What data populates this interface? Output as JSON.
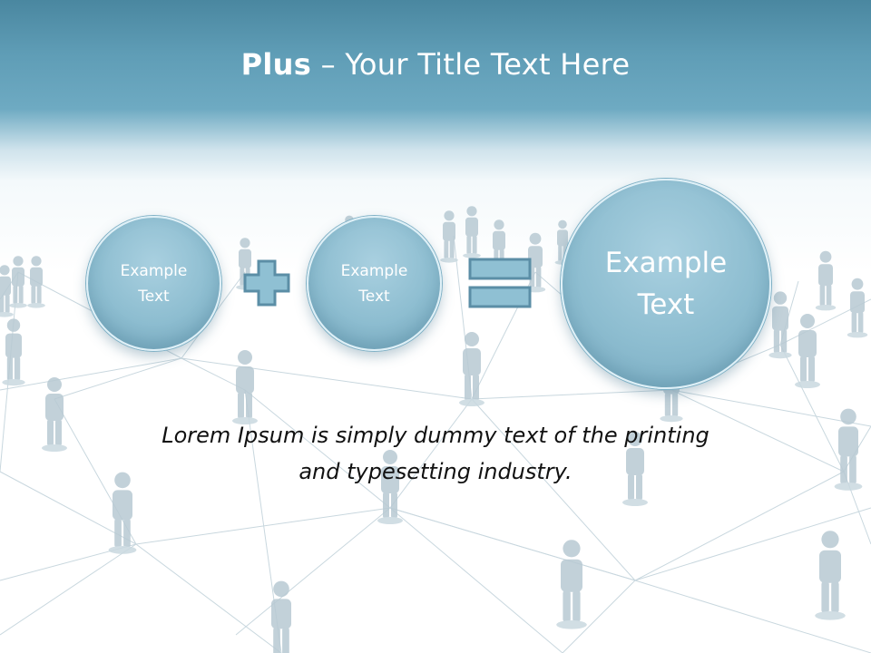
{
  "slide": {
    "title_bold": "Plus",
    "title_rest": " – Your Title Text Here",
    "circle_left": {
      "line1": "Example",
      "line2": "Text"
    },
    "circle_middle": {
      "line1": "Example",
      "line2": "Text"
    },
    "circle_result": {
      "line1": "Example",
      "line2": "Text"
    },
    "caption_line1": "Lorem Ipsum is simply dummy text of the printing",
    "caption_line2": "and typesetting industry."
  },
  "icons": {
    "operator_1": "plus-icon",
    "operator_2": "equals-icon",
    "background": "people-network"
  },
  "colors": {
    "header": "#5f9db6",
    "circle_fill": "#8dbdd0",
    "operator_fill": "#8fc0d3",
    "operator_stroke": "#5b8ea6",
    "caption_text": "#111111"
  }
}
